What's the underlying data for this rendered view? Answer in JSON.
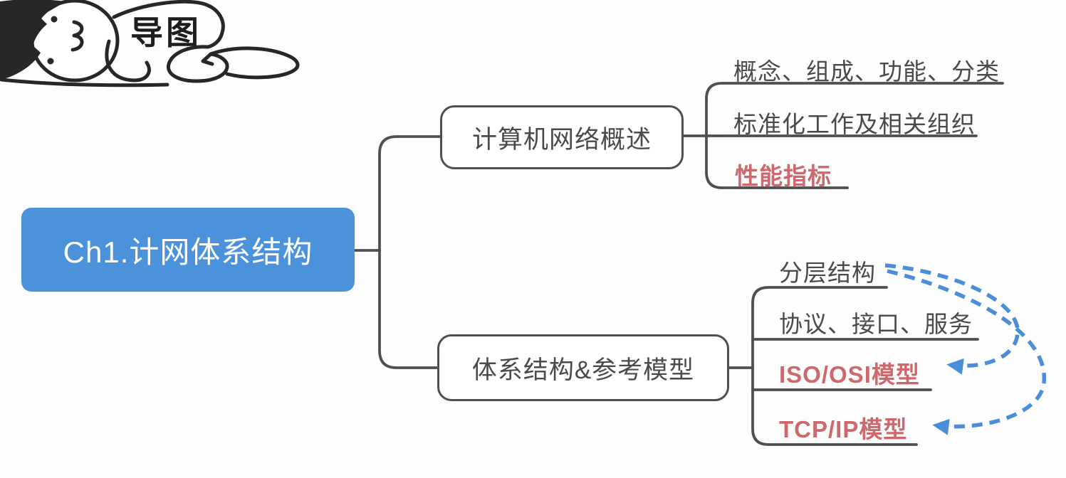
{
  "mascot": {
    "label": "导图"
  },
  "root": {
    "label": "Ch1.计网体系结构"
  },
  "branches": [
    {
      "label": "计算机网络概述",
      "children": [
        {
          "label": "概念、组成、功能、分类",
          "highlight": false
        },
        {
          "label": "标准化工作及相关组织",
          "highlight": false
        },
        {
          "label": "性能指标",
          "highlight": true
        }
      ]
    },
    {
      "label": "体系结构&参考模型",
      "children": [
        {
          "label": "分层结构",
          "highlight": false
        },
        {
          "label": "协议、接口、服务",
          "highlight": false
        },
        {
          "label": "ISO/OSI模型",
          "highlight": true
        },
        {
          "label": "TCP/IP模型",
          "highlight": true
        }
      ]
    }
  ],
  "relation_arrows": [
    {
      "from": "分层结构",
      "to": "ISO/OSI模型",
      "style": "dashed-blue"
    },
    {
      "from": "分层结构",
      "to": "TCP/IP模型",
      "style": "dashed-blue"
    }
  ],
  "colors": {
    "root_fill": "#4b92db",
    "line": "#4f4f4f",
    "text": "#4a4a4a",
    "highlight": "#cd686d",
    "arrow": "#4b8ed8"
  }
}
